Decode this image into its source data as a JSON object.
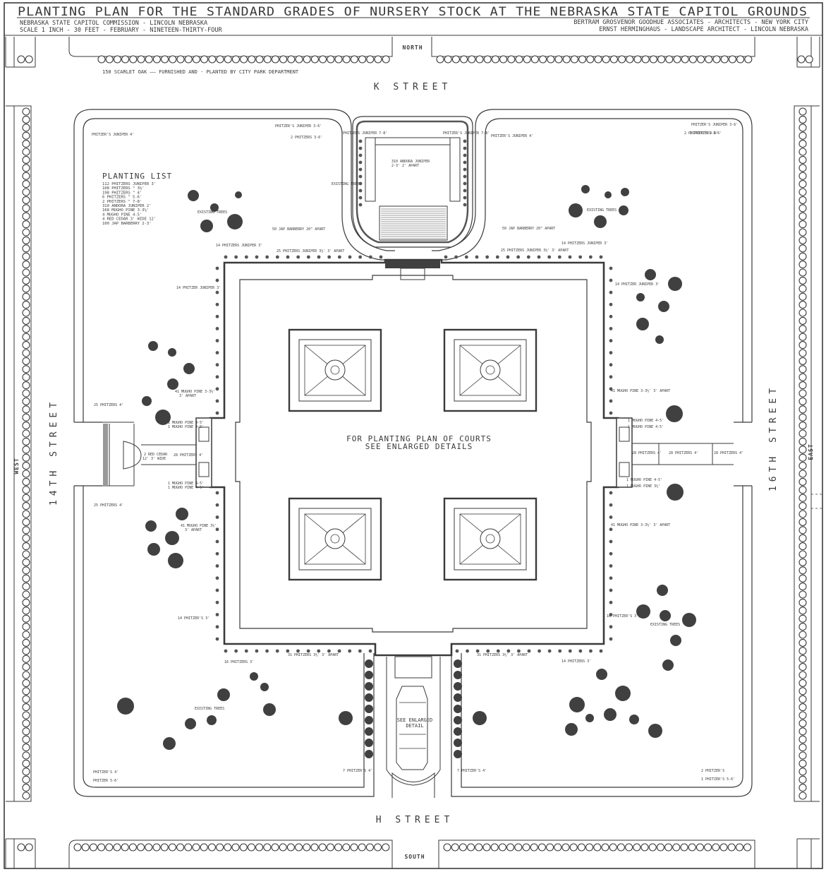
{
  "title": "PLANTING PLAN FOR THE STANDARD GRADES OF NURSERY STOCK AT THE NEBRASKA STATE CAPITOL GROUNDS",
  "header": {
    "left_line1": "NEBRASKA STATE CAPITOL COMMISSION - LINCOLN NEBRASKA",
    "left_line2": "SCALE 1 INCH - 30 FEET - FEBRUARY - NINETEEN-THIRTY-FOUR",
    "right_line1": "BERTRAM GROSVENOR GOODHUE ASSOCIATES - ARCHITECTS - NEW YORK CITY",
    "right_line2": "ERNST HERMINGHAUS - LANDSCAPE ARCHITECT - LINCOLN NEBRASKA"
  },
  "compass": {
    "north": "NORTH",
    "south": "SOUTH",
    "west": "WEST",
    "east": "EAST"
  },
  "streets": {
    "k": "K STREET",
    "h": "H STREET",
    "fourteenth": "14TH STREET",
    "sixteenth": "16TH STREET"
  },
  "scarlet_oak_note": "150 SCARLET OAK —— FURNISHED AND · PLANTED BY CITY PARK DEPARTMENT",
  "planting_list": {
    "title": "PLANTING LIST",
    "rows": [
      "112 PHITZERS JUNIPER 3'",
      "108 PHITZERS \" 3½'",
      "198 PHITZERS \" 4'",
      "6 PHITZERS \" 5-6'",
      "2 PHITZERS \" 7-8'",
      "310 ANDORA JUNIPER 2'",
      "168 MUGHO PINE 3-3½'",
      "4 MUGHO PINE 4-5'",
      "4 RED CEDAR 3' WIDE 12'",
      "100 JAP BARBERRY 2-3'"
    ]
  },
  "courts_note": {
    "line1": "FOR PLANTING PLAN OF COURTS",
    "line2": "SEE ENLARGED DETAILS"
  },
  "south_detail": {
    "line1": "SEE ENLARGED",
    "line2": "DETAIL"
  },
  "notes": {
    "nw_corner": "PHITZER'S JUNIPER 4'",
    "nw_top": "PHITZER'S JUNIPER 3-6'",
    "n_inner_left": "2 PHITZERS 3-6'",
    "n_inner_right": "2 PHITZERS 3-6'",
    "ne_top": "PHITZER'S JUNIPER 3-6'",
    "ne_corner": "PHITZER'S JUNIPER 4'",
    "ne_right": "2 PHITZER'S 3-6'",
    "north_court_left": "PHITZERS JUNIPER 7-8'",
    "north_court_right": "PHITZER'S JUNIPER 7-8'",
    "andora": "310 ANDORA JUNIPER",
    "andora2": "2-3' 2' APART",
    "existing_tree_n": "EXISTING TREE",
    "existing_trees_nw": "EXISTING TREES",
    "existing_trees_ne": "EXISTING TREES",
    "existing_trees_se": "EXISTING TREES",
    "existing_trees_sw": "EXISTING TREES",
    "barberry_w": "50 JAP BARBERRY 20\" APART",
    "barberry_e": "50 JAP BARBERRY 20\" APART",
    "n14_w": "14 PHITZERS JUNIPER 3'",
    "n14_e": "14 PHITZERS JUNIPER 3'",
    "n25_w": "25 PHITZERS JUNIPER 3½' 3' APART",
    "n25_e": "25 PHITZERS JUNIPER 3½' 3' APART",
    "w14": "14 PHITZER JUNIPER 3'",
    "e14": "14 PHITZER JUNIPER 3'",
    "w41a": "41 MUGHO PINE 3-3½'",
    "w41a2": "3' APART",
    "w25a": "25 PHITZERS 4'",
    "w1mugho": "1 MUGHO PINE 4-5'",
    "w1mugho2": "1 MUGHO PINE 4-5'",
    "wredcedar": "2 RED CEDAR",
    "wredcedar2": "12' 3' WIDE",
    "w28": "28 PHITZERS 4'",
    "w1mugho3": "1 MUGHO PINE 4-5'",
    "w1mugho4": "1 MUGHO PINE 4-5'",
    "w25b": "25 PHITZERS 4'",
    "w41b": "41 MUGHO PINE 3½'",
    "w41b2": "3' APART",
    "e41a": "41 MUGHO PINE 3-3½' 3' APART",
    "e1mugho": "1 MUGHO PINE 4-5'",
    "e1mugho2": "1 MUGHO PINE 4-5'",
    "e28a": "28 PHITZERS 4'",
    "e28b": "28 PHITZERS 4'",
    "e28c": "28 PHITZERS 4'",
    "e1mugho3": "1 MUGHO PINE 4-5'",
    "e1mugho4": "1 MUGHO PINE 3½'",
    "e41b": "41 MUGHO PINE 3-3½' 3' APART",
    "w14s": "14 PHITZER'S 3'",
    "e14s": "16 PHITZER'S 3'",
    "sw16": "16 PHITZERS 3'",
    "se14": "14 PHITZERS 3'",
    "s31w": "31 PHITZERS 3½' 3' APART",
    "s31e": "31 PHITZERS 3½' 3' APART",
    "sw_corner": "PHITZER'S 4'",
    "sw_bottom": "PHITZER 5-6'",
    "s7w": "7 PHITZER'S 4'",
    "s7e": "7 PHITZER'S 4'",
    "se_corner": "2 PHITZER'S",
    "se_bottom": "1 PHITZER'S 5-6'"
  }
}
